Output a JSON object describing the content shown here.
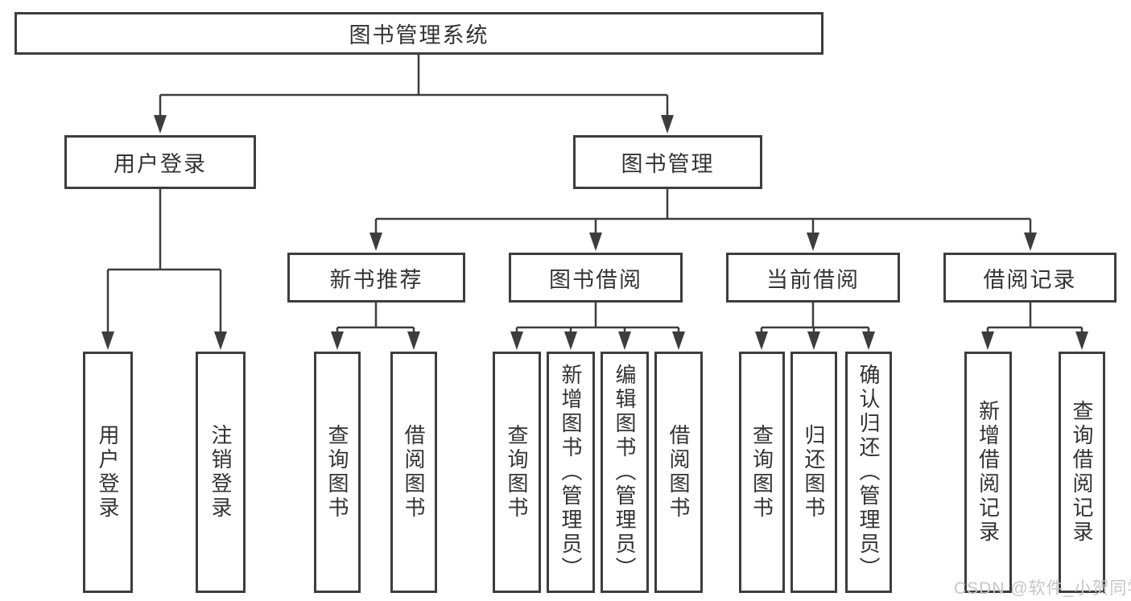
{
  "tree": {
    "root": {
      "label": "图书管理系统"
    },
    "branches": [
      {
        "label": "用户登录",
        "leaves": [
          "用户登录",
          "注销登录"
        ]
      },
      {
        "label": "图书管理",
        "sections": [
          {
            "label": "新书推荐",
            "leaves": [
              "查询图书",
              "借阅图书"
            ]
          },
          {
            "label": "图书借阅",
            "leaves": [
              "查询图书",
              "新增图书（管理员）",
              "编辑图书（管理员）",
              "借阅图书"
            ]
          },
          {
            "label": "当前借阅",
            "leaves": [
              "查询图书",
              "归还图书",
              "确认归还（管理员）"
            ]
          },
          {
            "label": "借阅记录",
            "leaves": [
              "新增借阅记录",
              "查询借阅记录"
            ]
          }
        ]
      }
    ]
  },
  "watermark": {
    "text": "CSDN @软件_小贺同学"
  },
  "colors": {
    "line": "#3d3d3d",
    "box_border": "#3d3d3d",
    "text": "#333333",
    "watermark": "#c6c6c6",
    "background": "#ffffff"
  }
}
